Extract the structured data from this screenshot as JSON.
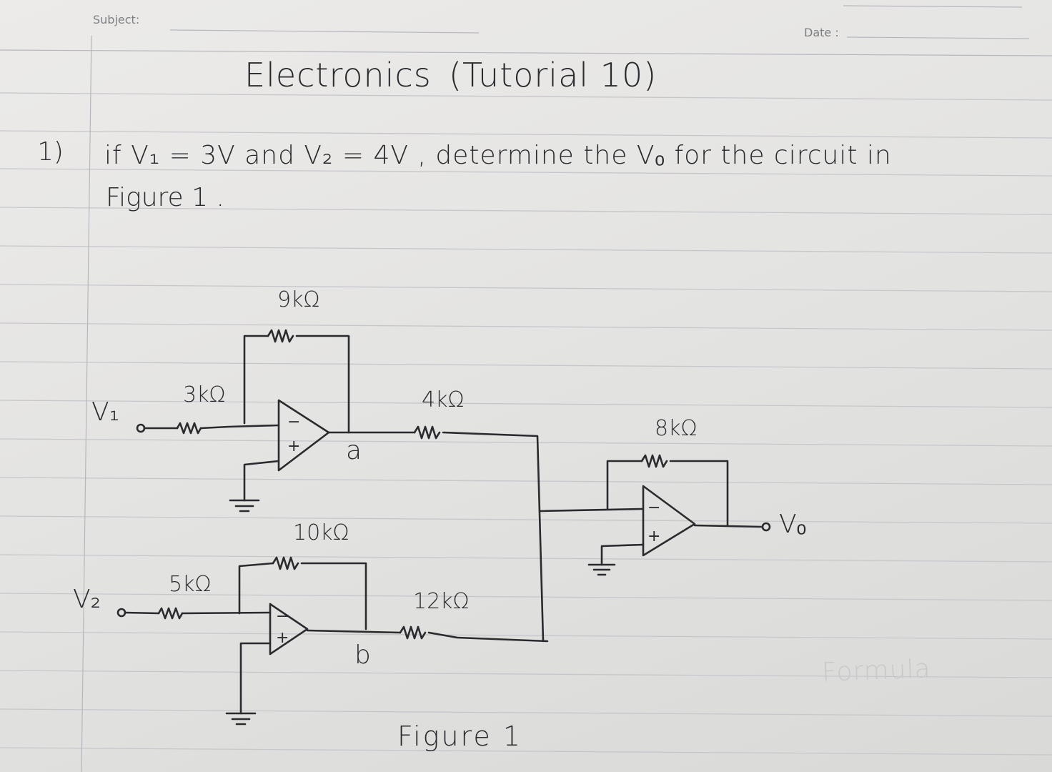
{
  "header": {
    "subject_label": "Subject:",
    "date_label": "Date :"
  },
  "title": {
    "left": "Electronics",
    "right": "(Tutorial 10)"
  },
  "question": {
    "number": "1)",
    "line1": "if V₁ = 3V and V₂ = 4V , determine the Vₒ for the circuit in",
    "line2": "Figure 1 ."
  },
  "circuit": {
    "labels": {
      "r_9k": "9kΩ",
      "r_3k": "3kΩ",
      "r_4k": "4kΩ",
      "r_8k": "8kΩ",
      "r_10k": "10kΩ",
      "r_5k": "5kΩ",
      "r_12k": "12kΩ",
      "v1": "V₁",
      "v2": "V₂",
      "vo": "Vₒ",
      "node_a": "a",
      "node_b": "b"
    },
    "opamp_signs": {
      "minus": "−",
      "plus": "+"
    }
  },
  "figure_caption": "Figure 1",
  "stamp_text": "Formula",
  "colors": {
    "ink": "#2a2b2f",
    "rule": "#c2c3c7",
    "margin": "#b9bbbf",
    "paper": "#e6e6e4"
  }
}
